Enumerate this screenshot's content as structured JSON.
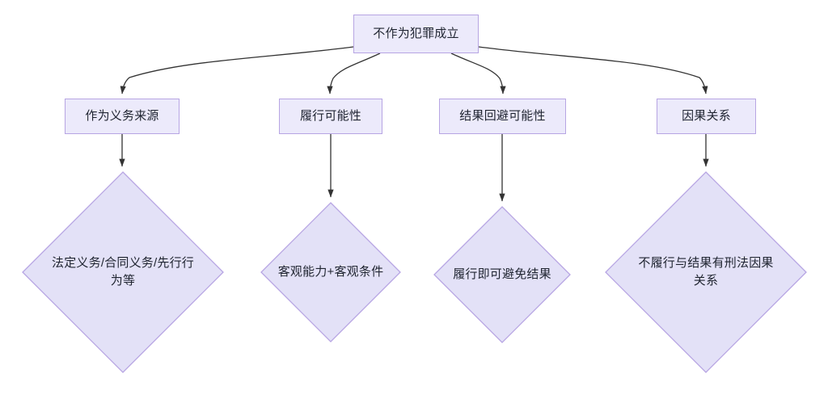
{
  "diagram": {
    "title": "不作为犯罪成立",
    "type": "flowchart",
    "orientation": "top-down",
    "colors": {
      "node_fill": "#ECEAFB",
      "node_stroke": "#B7A5E3",
      "edge_stroke": "#333333",
      "text": "#1f2430",
      "background": "#ffffff"
    },
    "root": {
      "id": "root",
      "label": "不作为犯罪成立",
      "shape": "rect"
    },
    "branches": [
      {
        "id": "branch-1",
        "condition": {
          "id": "cond-1",
          "label": "作为义务来源",
          "shape": "rect"
        },
        "detail": {
          "id": "detail-1",
          "label": "法定义务/合同义务/先行行为等",
          "shape": "diamond"
        }
      },
      {
        "id": "branch-2",
        "condition": {
          "id": "cond-2",
          "label": "履行可能性",
          "shape": "rect"
        },
        "detail": {
          "id": "detail-2",
          "label": "客观能力+客观条件",
          "shape": "diamond"
        }
      },
      {
        "id": "branch-3",
        "condition": {
          "id": "cond-3",
          "label": "结果回避可能性",
          "shape": "rect"
        },
        "detail": {
          "id": "detail-3",
          "label": "履行即可避免结果",
          "shape": "diamond"
        }
      },
      {
        "id": "branch-4",
        "condition": {
          "id": "cond-4",
          "label": "因果关系",
          "shape": "rect"
        },
        "detail": {
          "id": "detail-4",
          "label": "不履行与结果有刑法因果关系",
          "shape": "diamond"
        }
      }
    ]
  }
}
